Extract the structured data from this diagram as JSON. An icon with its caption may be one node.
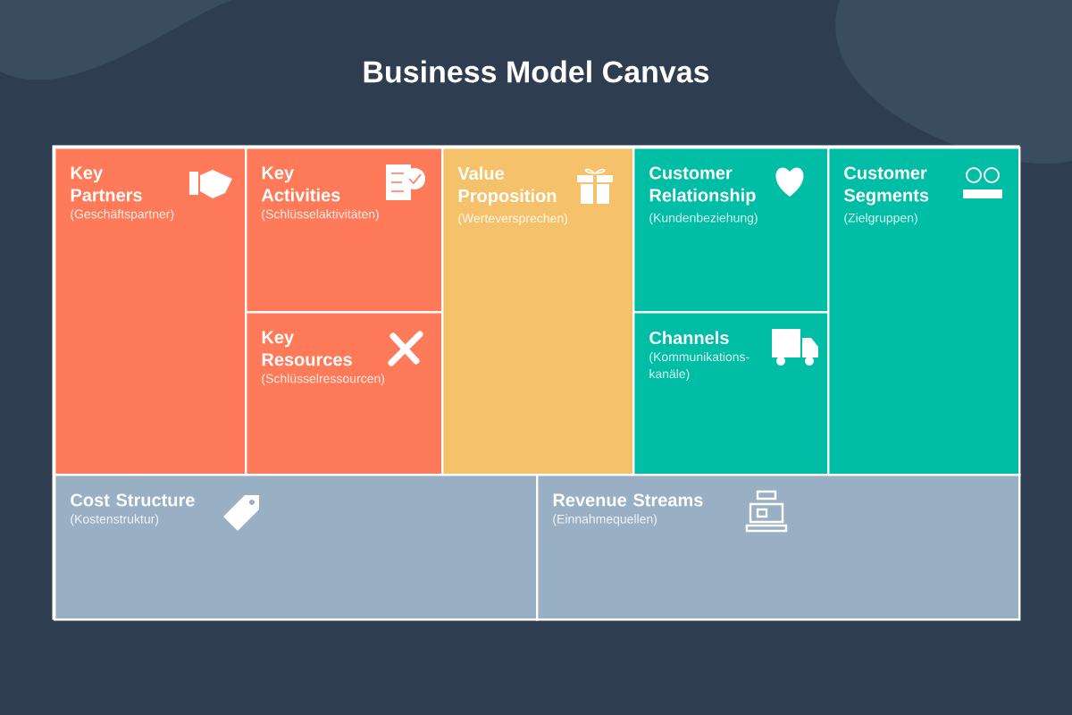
{
  "diagram": {
    "title": "Business Model Canvas",
    "nodes": [
      {
        "text": [
          "Key Partners",
          "(Geschäftspartner)"
        ]
      },
      {
        "text": [
          "Key Activities",
          "(Schlüsselaktivitäten)"
        ]
      },
      {
        "text": [
          "Key Resources",
          "(Schlüsselressourcen)"
        ]
      },
      {
        "text": [
          "Value Proposition",
          "(Werteversprechen)"
        ]
      },
      {
        "text": [
          "Customer Relationship",
          "(Kundenbeziehung)"
        ]
      },
      {
        "text": [
          "Channels",
          "(Kommunikations-kanäle)"
        ]
      },
      {
        "text": [
          "Customer Segments",
          "(Zielgruppen)"
        ]
      },
      {
        "text": [
          "Cost Structure",
          "(Kostenstruktur)"
        ]
      },
      {
        "text": [
          "Revenue Streams",
          "(Einnahmequellen)"
        ]
      }
    ]
  }
}
